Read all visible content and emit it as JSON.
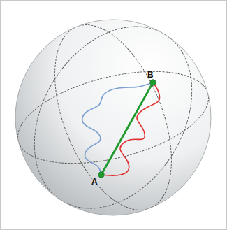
{
  "diagram": {
    "nodes": [
      {
        "text": [
          "A"
        ]
      },
      {
        "text": [
          "B"
        ]
      }
    ],
    "edges": [
      {
        "from": 0,
        "to": 1,
        "arrow": "none"
      },
      {
        "from": 0,
        "to": 1,
        "arrow": "none"
      },
      {
        "from": 0,
        "to": 1,
        "arrow": "none"
      }
    ]
  }
}
